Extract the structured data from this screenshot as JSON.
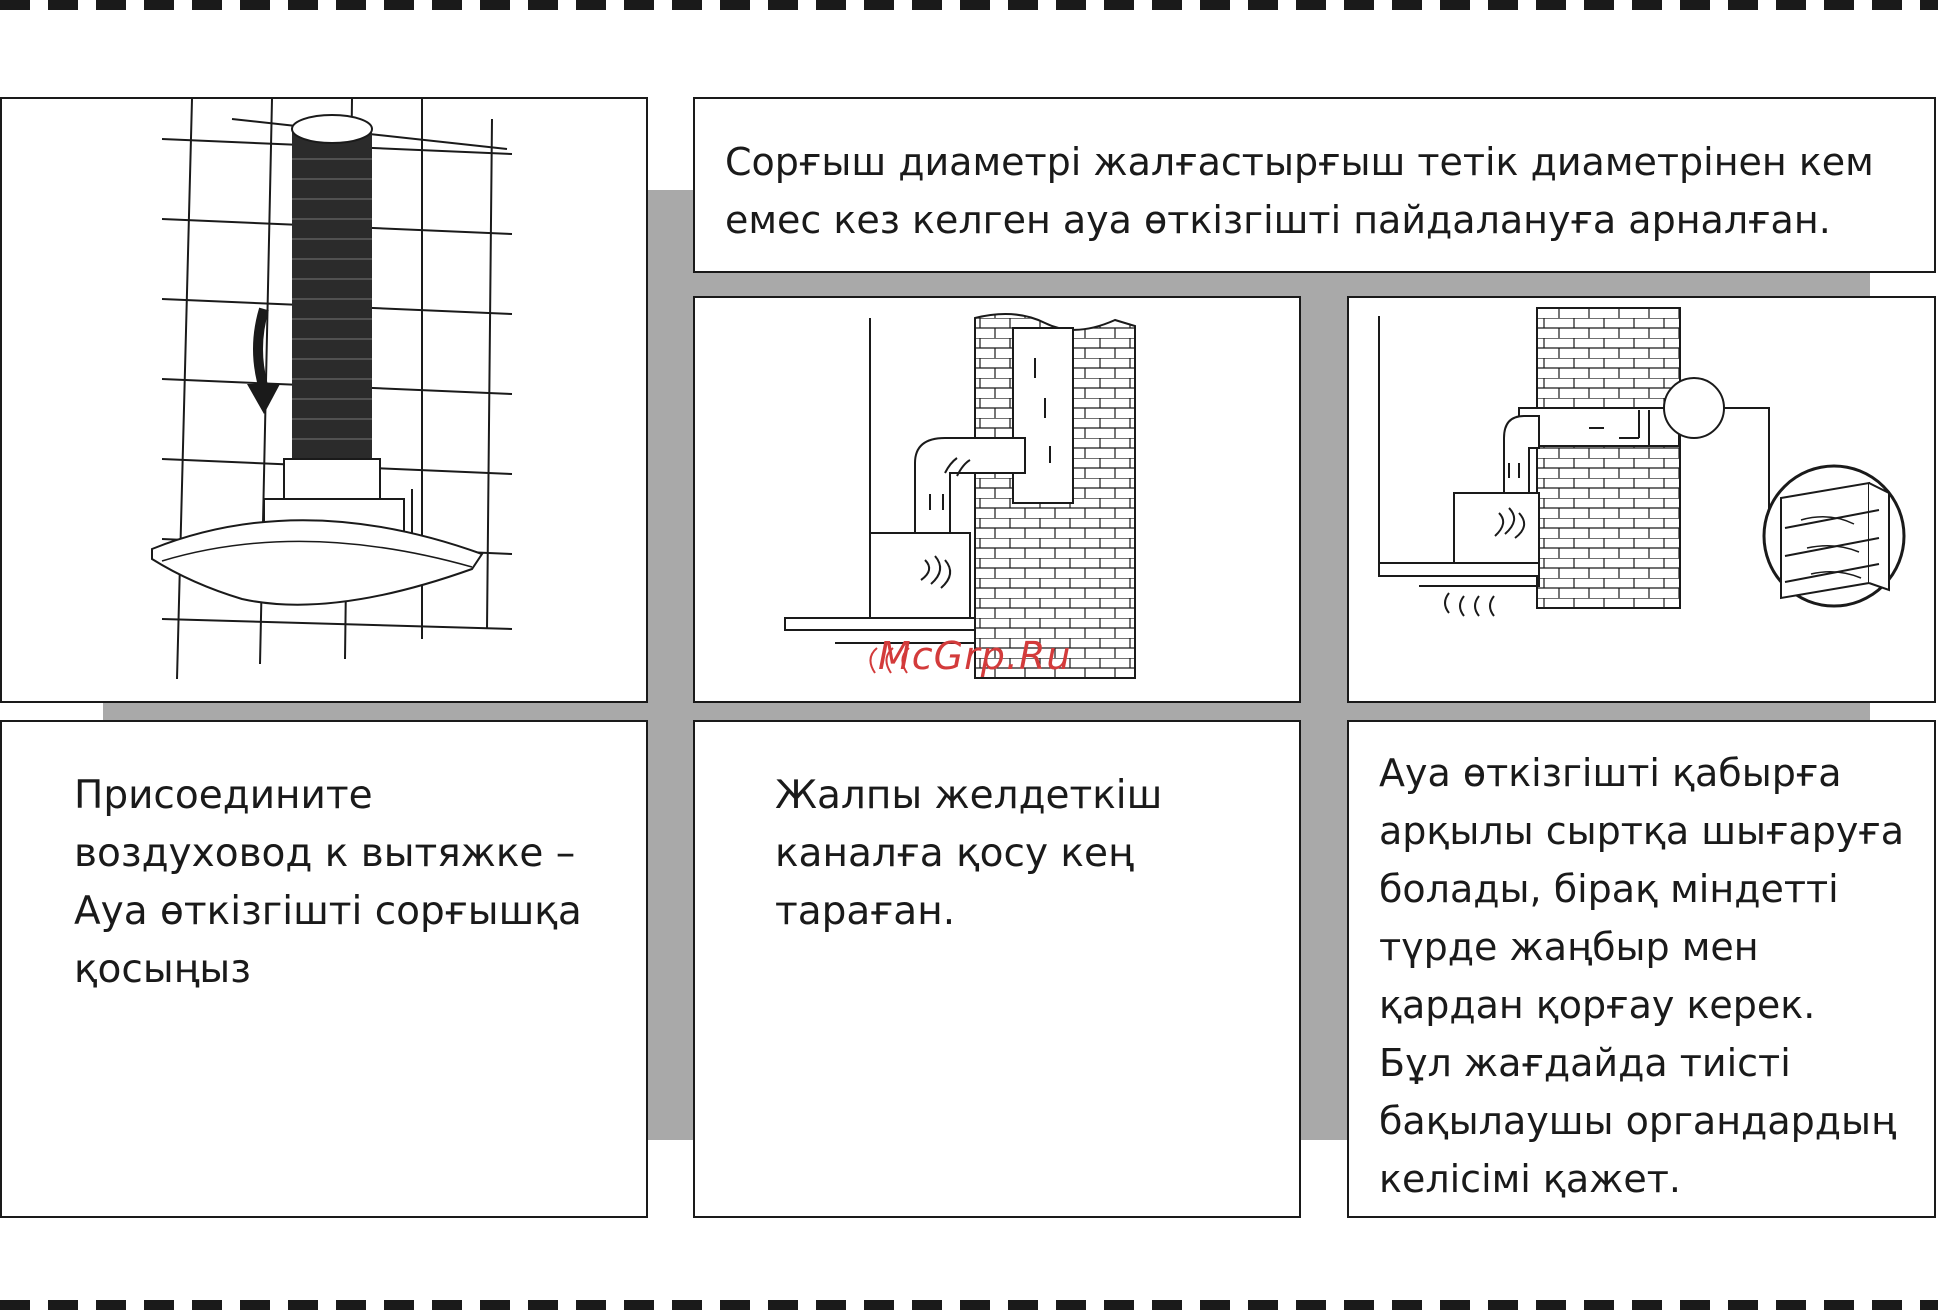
{
  "top_caption": "Сорғыш диаметрі жалғастырғыш тетік диаметрінен кем\nемес кез келген ауа өткізгішті   пайдалануға арналған.",
  "captions": {
    "connect_duct": "Присоедините\nвоздуховод к вытяжке –\nАуа өткізгішті сорғышқа\nқосыңыз",
    "shared_channel": "Жалпы желдеткіш\nканалға қосу кең\nтараған.",
    "outside_exhaust": "Ауа өткізгішті қабырға\nарқылы сыртқа шығаруға\nболады, бірақ міндетті\nтүрде жаңбыр мен\nқардан қорғау керек.\nБұл жағдайда тиісті\nбақылаушы органдардың\nкелісімі қажет."
  },
  "watermark": "McGrp.Ru",
  "colors": {
    "line": "#1a1a1a",
    "gray_band": "#a9a9a9",
    "watermark": "#d33b3b"
  },
  "icons": [
    "duct-connection-illustration",
    "shared-vent-illustration",
    "wall-exhaust-illustration",
    "louvre-grille-icon"
  ]
}
